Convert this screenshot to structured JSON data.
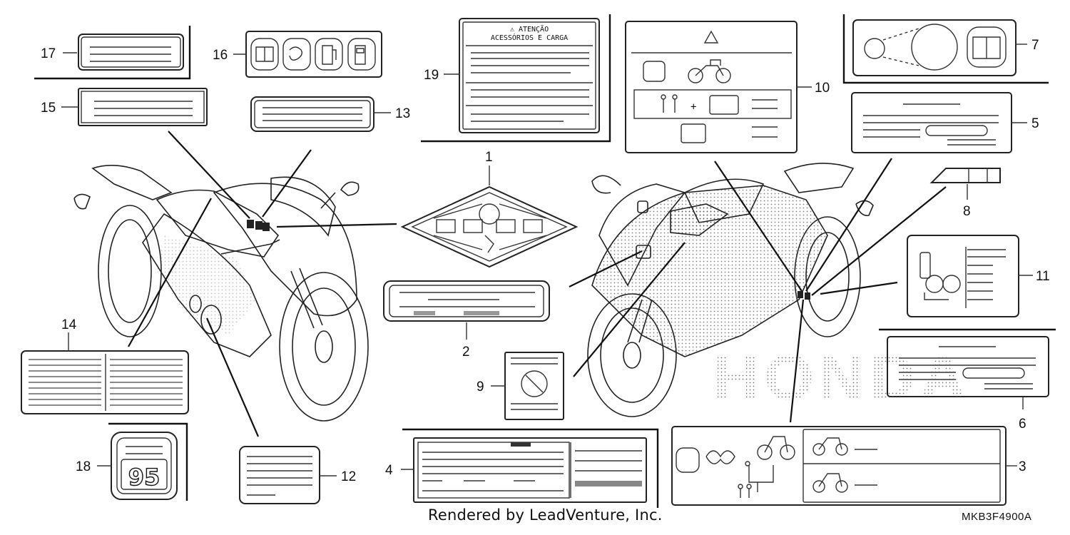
{
  "callouts": {
    "c1": "1",
    "c2": "2",
    "c3": "3",
    "c4": "4",
    "c5": "5",
    "c6": "6",
    "c7": "7",
    "c8": "8",
    "c9": "9",
    "c10": "10",
    "c11": "11",
    "c12": "12",
    "c13": "13",
    "c14": "14",
    "c15": "15",
    "c16": "16",
    "c17": "17",
    "c18": "18",
    "c19": "19"
  },
  "label19": {
    "line1": "⚠ ATENÇÃO",
    "line2": "ACESSÓRIOS E CARGA"
  },
  "label18": {
    "value": "95"
  },
  "background_mark": "HONDA",
  "footer": {
    "credit": "Rendered by LeadVenture, Inc.",
    "code": "MKB3F4900A"
  }
}
